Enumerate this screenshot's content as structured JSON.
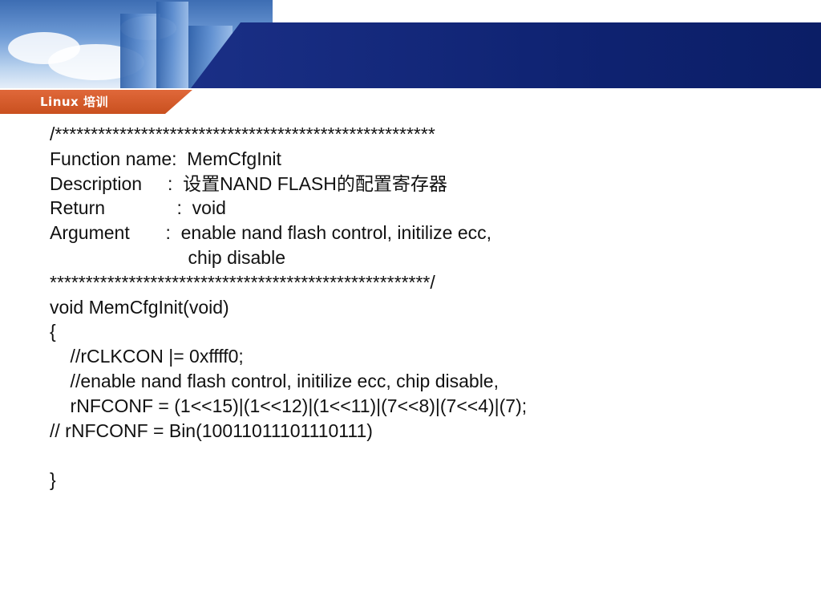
{
  "header": {
    "label": "Linux 培训"
  },
  "code_lines": [
    "/*****************************************************",
    "Function name:  MemCfgInit",
    "Description     :  设置NAND FLASH的配置寄存器",
    "Return              :  void",
    "Argument       :  enable nand flash control, initilize ecc,",
    "                           chip disable",
    "*****************************************************/",
    "void MemCfgInit(void)",
    "{",
    "    //rCLKCON |= 0xffff0;",
    "    //enable nand flash control, initilize ecc, chip disable,",
    "    rNFCONF = (1<<15)|(1<<12)|(1<<11)|(7<<8)|(7<<4)|(7);",
    "// rNFCONF = Bin(10011011101110111)",
    "",
    "}"
  ]
}
